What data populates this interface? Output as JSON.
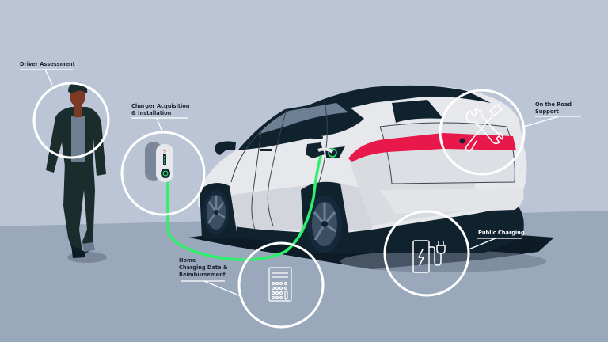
{
  "illustration": {
    "subject": "Electric vehicle charging services infographic",
    "colors": {
      "sky": "#bcc5d6",
      "ground": "#9aa8bb",
      "car_body": "#e6e8ec",
      "car_dark": "#11222f",
      "tail_light": "#e8194a",
      "cable": "#2ef06a",
      "circle_stroke": "#ffffff",
      "label_text": "#1c2530"
    }
  },
  "callouts": [
    {
      "id": "driver-assessment",
      "lines": [
        "Driver Assessment"
      ],
      "icon": "person-icon"
    },
    {
      "id": "charger-acquisition",
      "lines": [
        "Charger Acquisition",
        "& Installation"
      ],
      "icon": "wall-charger-icon"
    },
    {
      "id": "on-the-road-support",
      "lines": [
        "On the Road",
        "Support"
      ],
      "icon": "wrench-screwdriver-icon"
    },
    {
      "id": "public-charging",
      "lines": [
        "Public Charging"
      ],
      "icon": "charging-station-icon"
    },
    {
      "id": "home-charging-data",
      "lines": [
        "Home",
        "Charging Data &",
        "Reimbursement"
      ],
      "icon": "calculator-icon"
    }
  ]
}
